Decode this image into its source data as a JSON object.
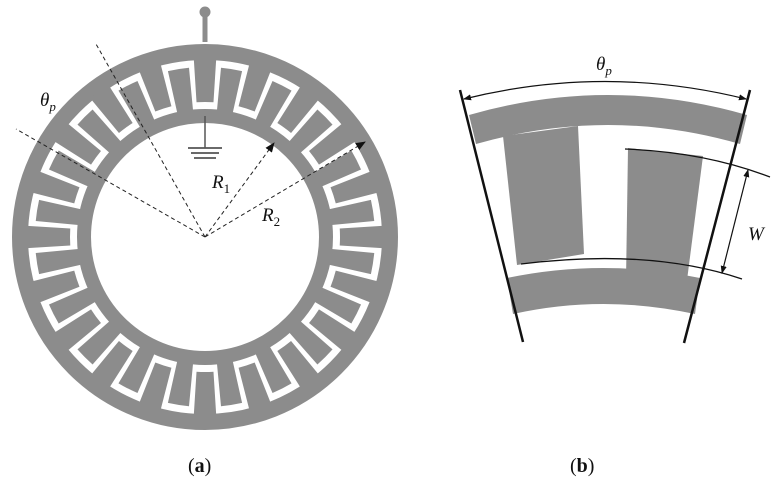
{
  "colors": {
    "metal": "#8c8c8c",
    "line": "#111111",
    "background": "#ffffff"
  },
  "panel_a": {
    "label_theta": "θ",
    "label_theta_sub": "p",
    "label_r1": "R",
    "label_r1_sub": "1",
    "label_r2": "R",
    "label_r2_sub": "2",
    "caption_open": "(",
    "caption_letter": "a",
    "caption_close": ")",
    "icons": [
      "ground-icon",
      "terminal-pin-icon"
    ]
  },
  "panel_b": {
    "label_theta": "θ",
    "label_theta_sub": "p",
    "label_w": "W",
    "caption_open": "(",
    "caption_letter": "b",
    "caption_close": ")"
  }
}
